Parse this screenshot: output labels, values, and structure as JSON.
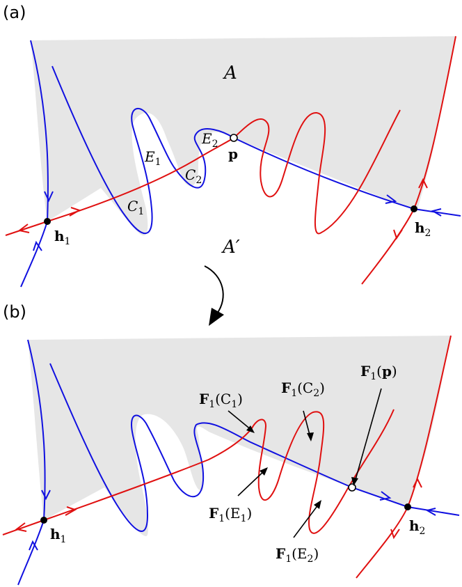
{
  "panel_a": {
    "label": "(a)",
    "region_A": "A",
    "region_A_prime": "A′",
    "E1": "E",
    "E1_sub": "1",
    "E2": "E",
    "E2_sub": "2",
    "C1": "C",
    "C1_sub": "1",
    "C2": "C",
    "C2_sub": "2",
    "p": "p",
    "h1": "h",
    "h1_sub": "1",
    "h2": "h",
    "h2_sub": "2"
  },
  "panel_b": {
    "label": "(b)",
    "F1C1": "F",
    "F1C1_sub": "1",
    "F1C1_arg": "(C",
    "F1C1_argsub": "1",
    "F1C1_close": ")",
    "F1C2": "F",
    "F1C2_sub": "1",
    "F1C2_arg": "(C",
    "F1C2_argsub": "2",
    "F1C2_close": ")",
    "F1p": "F",
    "F1p_sub": "1",
    "F1p_arg": "(",
    "F1p_argbold": "p",
    "F1p_close": ")",
    "F1E1": "F",
    "F1E1_sub": "1",
    "F1E1_arg": "(E",
    "F1E1_argsub": "1",
    "F1E1_close": ")",
    "F1E2": "F",
    "F1E2_sub": "1",
    "F1E2_arg": "(E",
    "F1E2_argsub": "2",
    "F1E2_close": ")",
    "h1": "h",
    "h1_sub": "1",
    "h2": "h",
    "h2_sub": "2"
  },
  "colors": {
    "stable_manifold": "#1010e0",
    "unstable_manifold": "#e01010",
    "shaded_region": "#e6e6e6"
  }
}
